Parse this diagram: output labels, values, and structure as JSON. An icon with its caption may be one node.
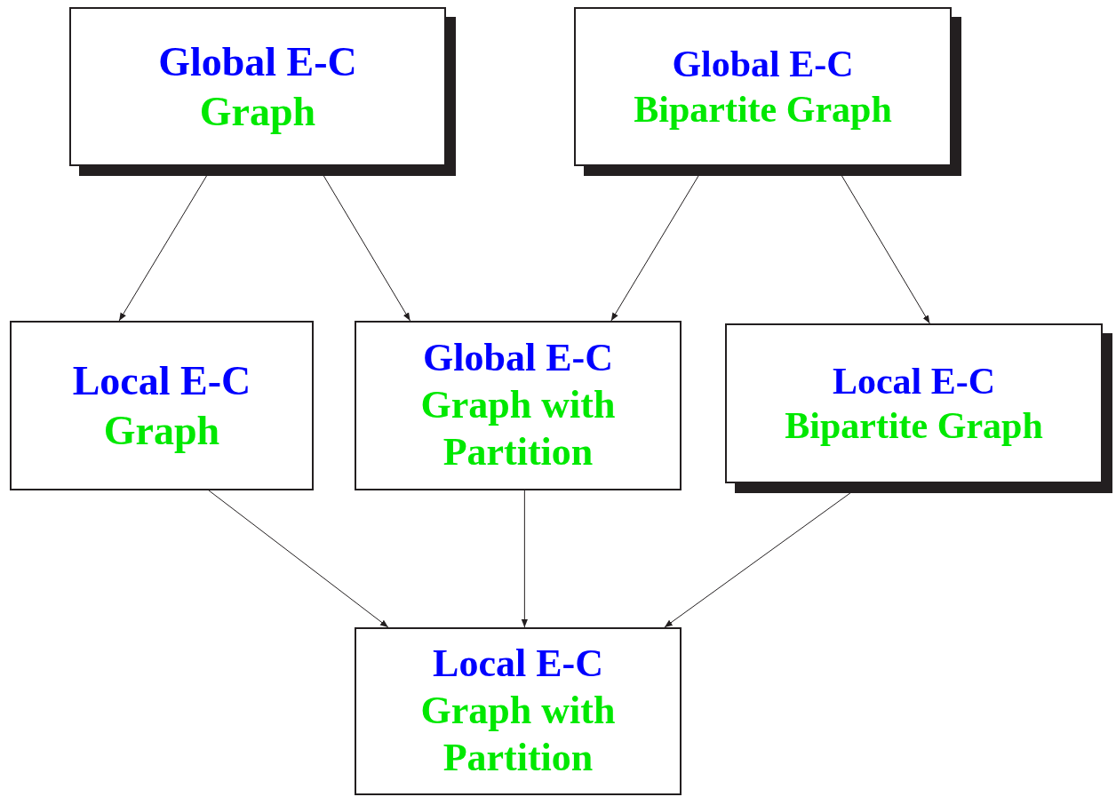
{
  "diagram": {
    "nodes": [
      {
        "text": [
          "Global E-C",
          "Graph"
        ]
      },
      {
        "text": [
          "Global E-C",
          "Bipartite Graph"
        ]
      },
      {
        "text": [
          "Local E-C",
          "Graph"
        ]
      },
      {
        "text": [
          "Global E-C",
          "Graph with Partition"
        ]
      },
      {
        "text": [
          "Local E-C",
          "Bipartite Graph"
        ]
      },
      {
        "text": [
          "Local E-C",
          "Graph with Partition"
        ]
      }
    ],
    "edges": [
      {
        "from": 0,
        "to": 2,
        "arrow": "to"
      },
      {
        "from": 0,
        "to": 3,
        "arrow": "to"
      },
      {
        "from": 1,
        "to": 3,
        "arrow": "to"
      },
      {
        "from": 1,
        "to": 4,
        "arrow": "to"
      },
      {
        "from": 2,
        "to": 5,
        "arrow": "to"
      },
      {
        "from": 3,
        "to": 5,
        "arrow": "to"
      },
      {
        "from": 4,
        "to": 5,
        "arrow": "to"
      }
    ]
  }
}
